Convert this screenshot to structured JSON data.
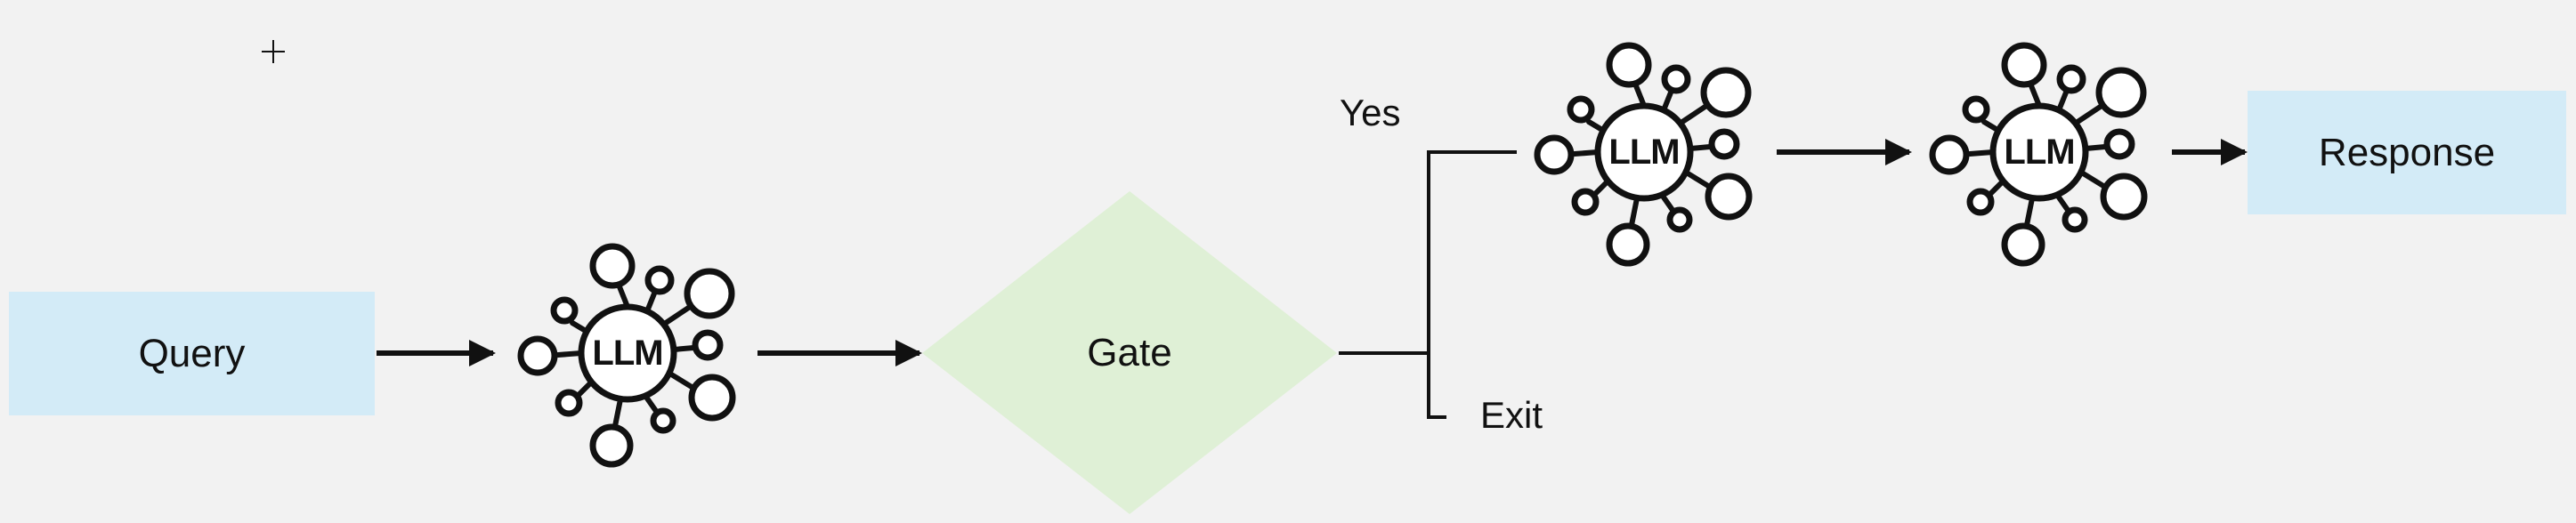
{
  "diagram": {
    "nodes": {
      "query": {
        "label": "Query"
      },
      "llm_1": {
        "label": "LLM"
      },
      "gate": {
        "label": "Gate"
      },
      "llm_2": {
        "label": "LLM"
      },
      "llm_3": {
        "label": "LLM"
      },
      "response": {
        "label": "Response"
      }
    },
    "branches": {
      "yes": "Yes",
      "exit": "Exit"
    },
    "colors": {
      "terminal_fill": "#d3ebf7",
      "gate_fill": "#dff0d6",
      "line": "#111111",
      "background": "#f2f2f2"
    },
    "icons": {
      "llm": "neural-network-icon",
      "crosshair": "plus-cursor-icon"
    }
  }
}
